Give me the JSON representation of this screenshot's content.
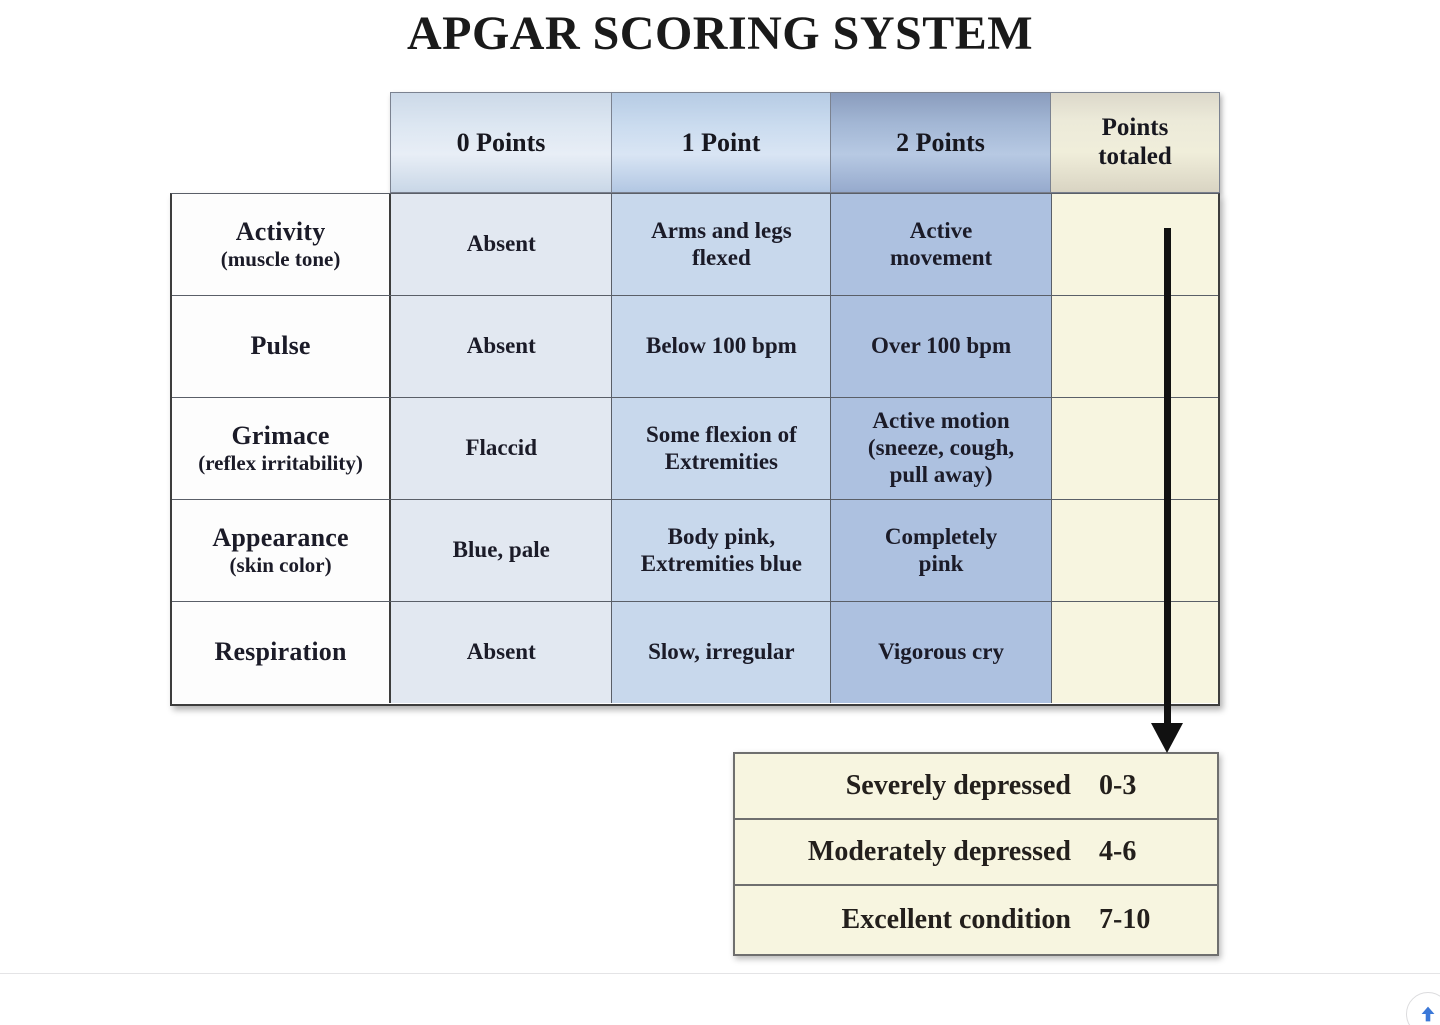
{
  "page": {
    "title": "APGAR SCORING SYSTEM",
    "watermark": ""
  },
  "colors": {
    "header_0_points": "#dde7f2",
    "header_1_point": "#cbdcef",
    "header_2_points": "#a2b6d4",
    "header_points_totaled": "#ecead9",
    "body_col_0": "#e2e8f1",
    "body_col_1": "#c8d8ec",
    "body_col_2": "#adc1e0",
    "body_col_totaled": "#f7f5e0",
    "legend_fill": "#f7f5e0",
    "border": "#5a5f68",
    "arrow": "#111111",
    "text": "#1b1b28",
    "scroll_top_accent": "#3b78d8"
  },
  "table": {
    "columns": [
      {
        "label": "",
        "name": "criterion"
      },
      {
        "label": "0 Points",
        "name": "zero-points"
      },
      {
        "label": "1 Point",
        "name": "one-point"
      },
      {
        "label": "2 Points",
        "name": "two-points"
      },
      {
        "label": "Points totaled",
        "name": "points-totaled"
      }
    ],
    "header": {
      "zero_points": "0 Points",
      "one_point": "1 Point",
      "two_points": "2 Points",
      "points_totaled_line1": "Points",
      "points_totaled_line2": "totaled"
    },
    "rows": [
      {
        "label_main": "Activity",
        "label_sub": "(muscle tone)",
        "zero": "Absent",
        "one_line1": "Arms and legs",
        "one_line2": "flexed",
        "two_line1": "Active",
        "two_line2": "movement",
        "totaled": ""
      },
      {
        "label_main": "Pulse",
        "label_sub": "",
        "zero": "Absent",
        "one_line1": "Below 100 bpm",
        "one_line2": "",
        "two_line1": "Over 100 bpm",
        "two_line2": "",
        "totaled": ""
      },
      {
        "label_main": "Grimace",
        "label_sub": "(reflex irritability)",
        "zero": "Flaccid",
        "one_line1": "Some flexion of",
        "one_line2": "Extremities",
        "two_line1": "Active motion",
        "two_line2": "(sneeze, cough,",
        "two_line3": "pull away)",
        "totaled": ""
      },
      {
        "label_main": "Appearance",
        "label_sub": "(skin color)",
        "zero": "Blue, pale",
        "one_line1": "Body pink,",
        "one_line2": "Extremities blue",
        "two_line1": "Completely",
        "two_line2": "pink",
        "totaled": ""
      },
      {
        "label_main": "Respiration",
        "label_sub": "",
        "zero": "Absent",
        "one_line1": "Slow, irregular",
        "one_line2": "",
        "two_line1": "Vigorous cry",
        "two_line2": "",
        "totaled": ""
      }
    ]
  },
  "legend": {
    "rows": [
      {
        "name": "Severely depressed",
        "value": "0-3"
      },
      {
        "name": "Moderately depressed",
        "value": "4-6"
      },
      {
        "name": "Excellent condition",
        "value": "7-10"
      }
    ]
  }
}
